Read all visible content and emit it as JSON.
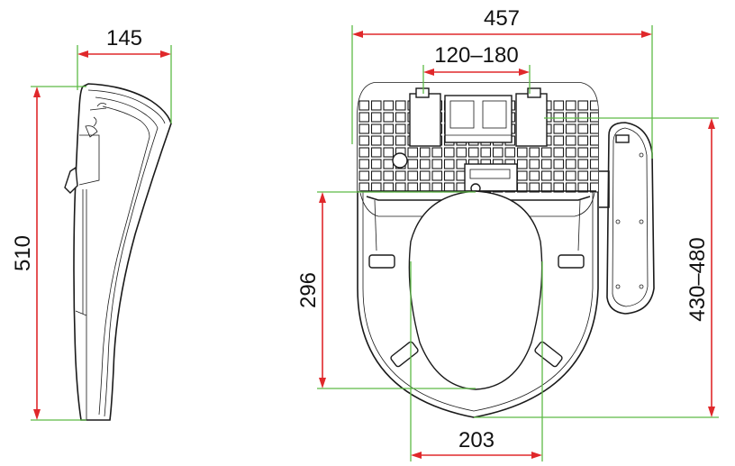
{
  "dimensions": {
    "side_depth": "145",
    "side_height": "510",
    "top_width": "457",
    "hinge_range": "120–180",
    "seat_length": "296",
    "seat_width": "203",
    "overall_length": "430–480"
  },
  "colors": {
    "dimension_line": "#e0282b",
    "extension_line": "#5dbb46",
    "outline": "#1a1a1a"
  }
}
